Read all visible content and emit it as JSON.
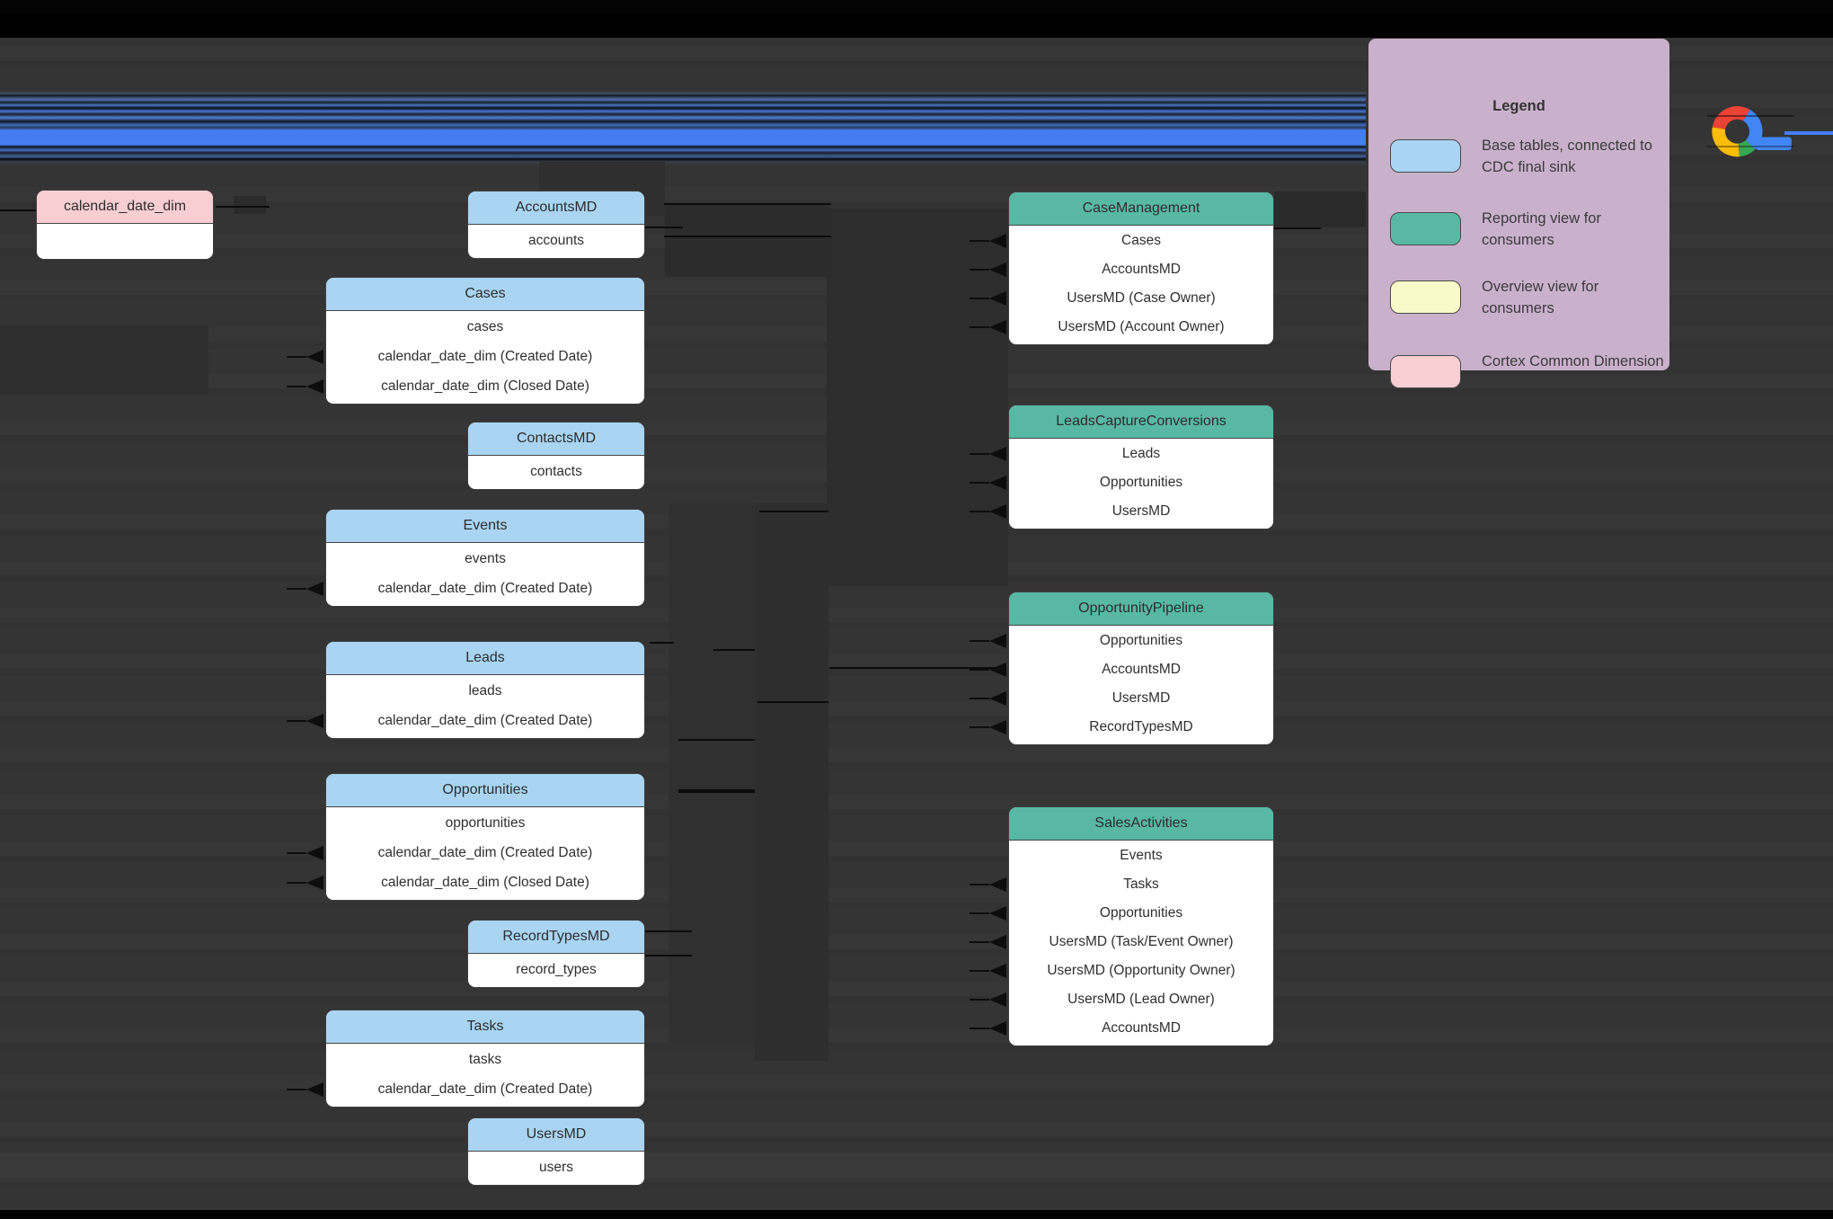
{
  "colors": {
    "background": "#343434",
    "stripe_blue": "#447df2",
    "base_table": "#a9d5f2",
    "reporting_view": "#58b8a4",
    "overview_view": "#fafac8",
    "common_dimension": "#f8ced2",
    "legend_bg": "#c9b1cc"
  },
  "legend": {
    "title": "Legend",
    "items": [
      {
        "label": "Base tables, connected to CDC final sink",
        "swatch_color": "#a9d5f2"
      },
      {
        "label": "Reporting view for consumers",
        "swatch_color": "#58b8a4"
      },
      {
        "label": "Overview view for consumers",
        "swatch_color": "#fafac8"
      },
      {
        "label": "Cortex Common Dimension",
        "swatch_color": "#f8ced2"
      }
    ]
  },
  "logo": {
    "name": "Google Cloud"
  },
  "tables": {
    "calendar_date_dim": {
      "title": "calendar_date_dim",
      "rows": []
    },
    "accountsmd": {
      "title": "AccountsMD",
      "rows": [
        {
          "label": "accounts",
          "arrow": false
        }
      ]
    },
    "cases": {
      "title": "Cases",
      "rows": [
        {
          "label": "cases",
          "arrow": false
        },
        {
          "label": "calendar_date_dim (Created Date)",
          "arrow": true
        },
        {
          "label": "calendar_date_dim (Closed Date)",
          "arrow": true
        }
      ]
    },
    "contactsmd": {
      "title": "ContactsMD",
      "rows": [
        {
          "label": "contacts",
          "arrow": false
        }
      ]
    },
    "events": {
      "title": "Events",
      "rows": [
        {
          "label": "events",
          "arrow": false
        },
        {
          "label": "calendar_date_dim (Created Date)",
          "arrow": true
        }
      ]
    },
    "leads": {
      "title": "Leads",
      "rows": [
        {
          "label": "leads",
          "arrow": false
        },
        {
          "label": "calendar_date_dim (Created Date)",
          "arrow": true
        }
      ]
    },
    "opportunities": {
      "title": "Opportunities",
      "rows": [
        {
          "label": "opportunities",
          "arrow": false
        },
        {
          "label": "calendar_date_dim (Created Date)",
          "arrow": true
        },
        {
          "label": "calendar_date_dim (Closed Date)",
          "arrow": true
        }
      ]
    },
    "recordtypesmd": {
      "title": "RecordTypesMD",
      "rows": [
        {
          "label": "record_types",
          "arrow": false
        }
      ]
    },
    "tasks": {
      "title": "Tasks",
      "rows": [
        {
          "label": "tasks",
          "arrow": false
        },
        {
          "label": "calendar_date_dim (Created Date)",
          "arrow": true
        }
      ]
    },
    "usersmd": {
      "title": "UsersMD",
      "rows": [
        {
          "label": "users",
          "arrow": false
        }
      ]
    },
    "casemanagement": {
      "title": "CaseManagement",
      "rows": [
        {
          "label": "Cases",
          "arrow": true
        },
        {
          "label": "AccountsMD",
          "arrow": true
        },
        {
          "label": "UsersMD (Case Owner)",
          "arrow": true
        },
        {
          "label": "UsersMD (Account Owner)",
          "arrow": true
        }
      ]
    },
    "leadscaptureconversions": {
      "title": "LeadsCaptureConversions",
      "rows": [
        {
          "label": "Leads",
          "arrow": true
        },
        {
          "label": "Opportunities",
          "arrow": true
        },
        {
          "label": "UsersMD",
          "arrow": true
        }
      ]
    },
    "opportunitypipeline": {
      "title": "OpportunityPipeline",
      "rows": [
        {
          "label": "Opportunities",
          "arrow": true
        },
        {
          "label": "AccountsMD",
          "arrow": true
        },
        {
          "label": "UsersMD",
          "arrow": true
        },
        {
          "label": "RecordTypesMD",
          "arrow": true
        }
      ]
    },
    "salesactivities": {
      "title": "SalesActivities",
      "rows": [
        {
          "label": "Events",
          "arrow": false
        },
        {
          "label": "Tasks",
          "arrow": true
        },
        {
          "label": "Opportunities",
          "arrow": true
        },
        {
          "label": "UsersMD (Task/Event Owner)",
          "arrow": true
        },
        {
          "label": "UsersMD (Opportunity Owner)",
          "arrow": true
        },
        {
          "label": "UsersMD (Lead Owner)",
          "arrow": true
        },
        {
          "label": "AccountsMD",
          "arrow": true
        }
      ]
    }
  }
}
